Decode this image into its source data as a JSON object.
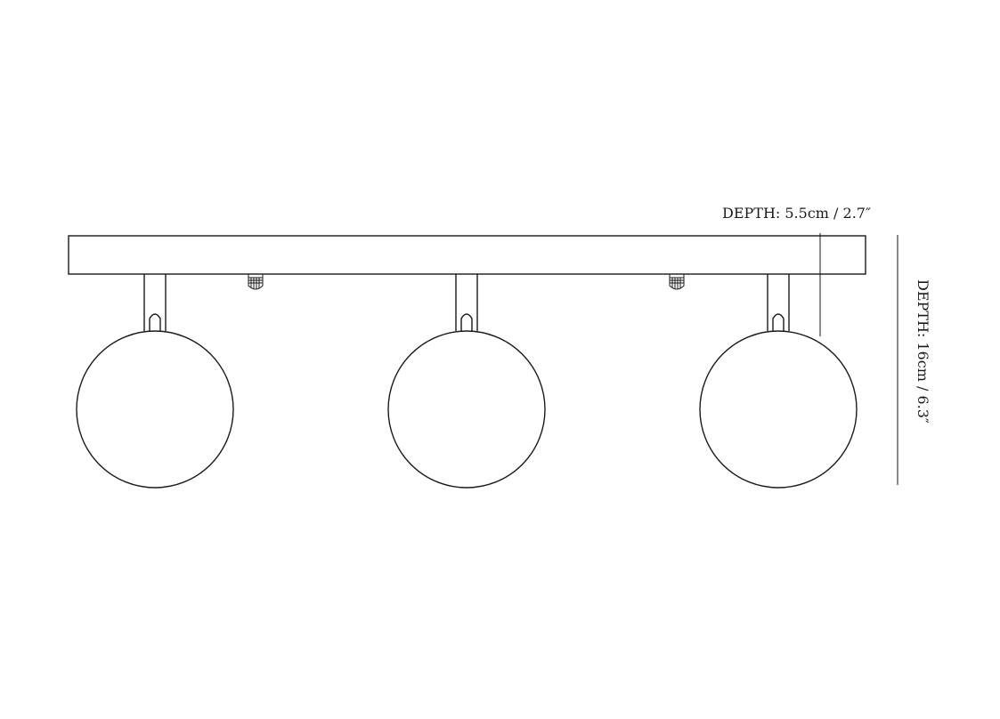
{
  "diagram": {
    "depth_top_label": "DEPTH: 5.5cm / 2.7″",
    "depth_side_label": "DEPTH: 16cm / 6.3″",
    "globe_count": 3,
    "fixing_screw_count": 2,
    "line_color": "#1a1a1a",
    "background_color": "#ffffff"
  }
}
